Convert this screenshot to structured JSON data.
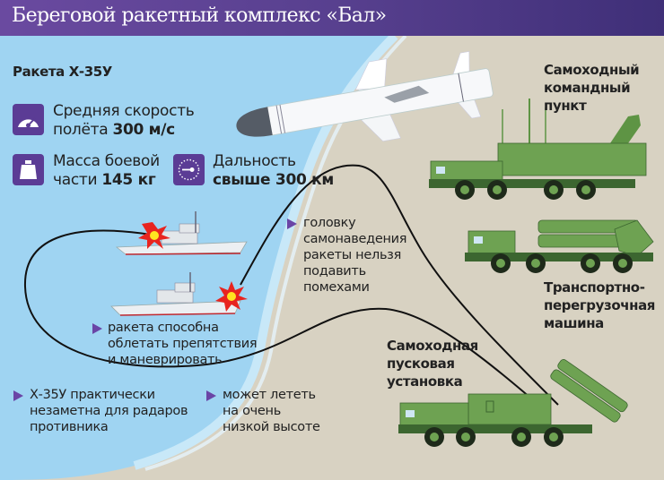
{
  "header": {
    "title": "Береговой ракетный комплекс «Бал»"
  },
  "missile": {
    "name": "Ракета Х-35У",
    "specs": [
      {
        "icon": "speedometer-icon",
        "line1": "Средняя скорость",
        "line2_prefix": "полёта ",
        "line2_value": "300 м/с"
      },
      {
        "icon": "weight-icon",
        "line1": "Масса боевой",
        "line2_prefix": "части ",
        "line2_value": "145 кг"
      },
      {
        "icon": "range-dial-icon",
        "line1": "Дальность",
        "line2_prefix": "",
        "line2_value": "свыше 300 км"
      }
    ]
  },
  "vehicles": {
    "command_post": {
      "line1": "Самоходный",
      "line2": "командный",
      "line3": "пункт"
    },
    "transport_loader": {
      "line1": "Транспортно-",
      "line2": "перегрузочная",
      "line3": "машина"
    },
    "launcher": {
      "line1": "Самоходная",
      "line2": "пусковая",
      "line3": "установка"
    }
  },
  "notes": [
    {
      "lines": [
        "головку",
        "самонаведения",
        "ракеты нельзя",
        "подавить",
        "помехами"
      ]
    },
    {
      "lines": [
        "ракета способна",
        "облетать препятствия",
        "и маневрировать"
      ]
    },
    {
      "lines": [
        "Х-35У практически",
        "незаметна для радаров",
        "противника"
      ]
    },
    {
      "lines": [
        "может лететь",
        "на очень",
        "низкой высоте"
      ]
    }
  ],
  "colors": {
    "header": "#5a3f93",
    "sea": "#9fd4f2",
    "land": "#d8d2c2",
    "accent": "#6a45a6",
    "vehicle_green": "#5e9444",
    "vehicle_dark": "#3c6630"
  }
}
